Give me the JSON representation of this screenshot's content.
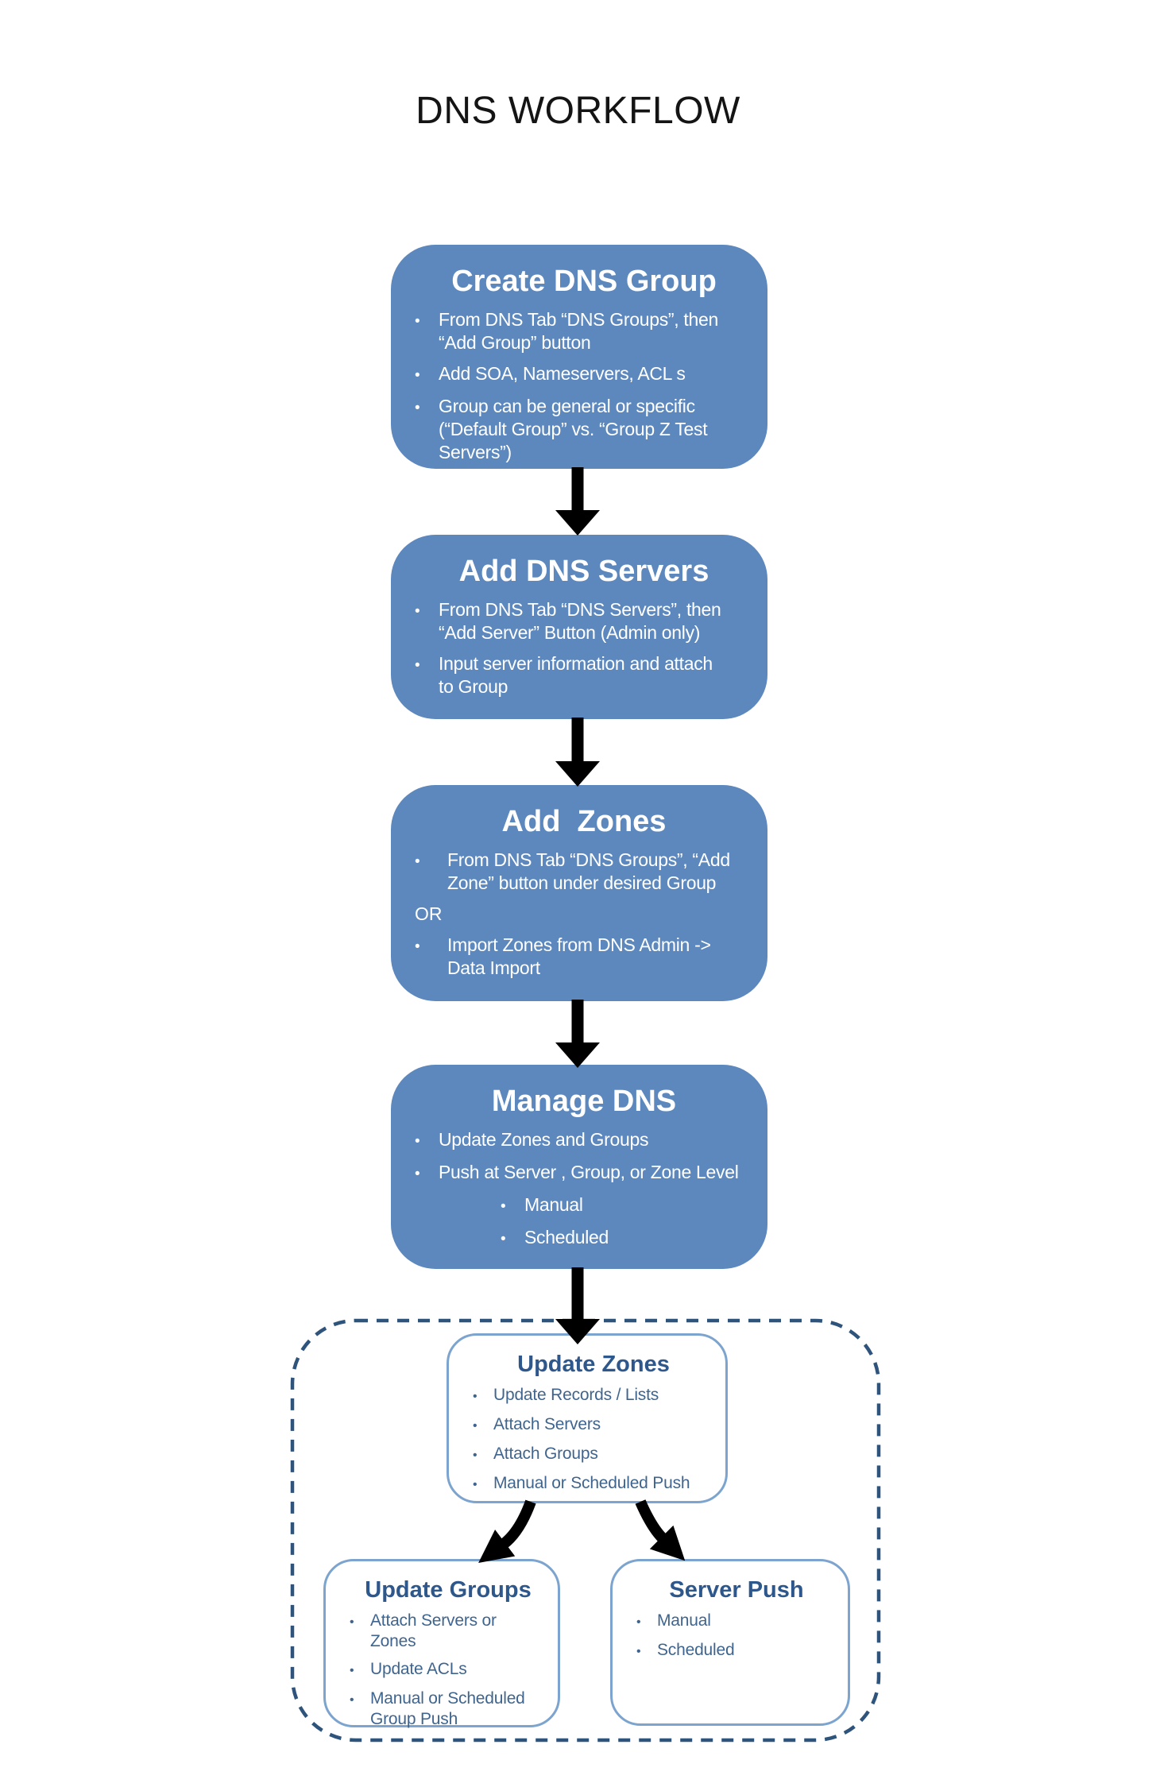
{
  "title": "DNS WORKFLOW",
  "glyphs": {
    "bullet": "•"
  },
  "colors": {
    "page_bg": "#ffffff",
    "title_text": "#141414",
    "box_fill": "#5c88be",
    "box_text": "#ffffff",
    "wbox_border": "#7ca4ce",
    "wbox_title": "#2e578c",
    "wbox_text": "#3f658f",
    "dashed_border": "#2e547c",
    "arrow": "#000000"
  },
  "boxes": {
    "create_group": {
      "title": "Create DNS Group",
      "b1": "From DNS Tab “DNS Groups”, then\n“Add Group” button",
      "b2": "Add SOA, Nameservers, ACL s",
      "b3": "Group can be general or specific\n(“Default Group” vs. “Group Z Test\nServers”)"
    },
    "add_servers": {
      "title": "Add DNS Servers",
      "b1": "From DNS Tab “DNS Servers”, then\n“Add Server” Button (Admin only)",
      "b2": "Input server information and attach\nto Group"
    },
    "add_zones": {
      "title": "Add  Zones",
      "b1": "From DNS Tab “DNS Groups”, “Add\nZone” button under desired Group",
      "or_label": "OR",
      "b2": "Import Zones from DNS Admin ->\nData Import"
    },
    "manage_dns": {
      "title": "Manage DNS",
      "b1": "Update Zones and Groups",
      "b2": "Push at Server , Group, or Zone Level",
      "sub1": "Manual",
      "sub2": "Scheduled"
    },
    "update_zones": {
      "title": "Update Zones",
      "b1": "Update Records / Lists",
      "b2": "Attach Servers",
      "b3": "Attach Groups",
      "b4": "Manual or Scheduled Push"
    },
    "update_groups": {
      "title": "Update Groups",
      "b1": "Attach Servers or\nZones",
      "b2": "Update ACLs",
      "b3": "Manual or Scheduled\nGroup Push"
    },
    "server_push": {
      "title": "Server Push",
      "b1": "Manual",
      "b2": "Scheduled"
    }
  }
}
